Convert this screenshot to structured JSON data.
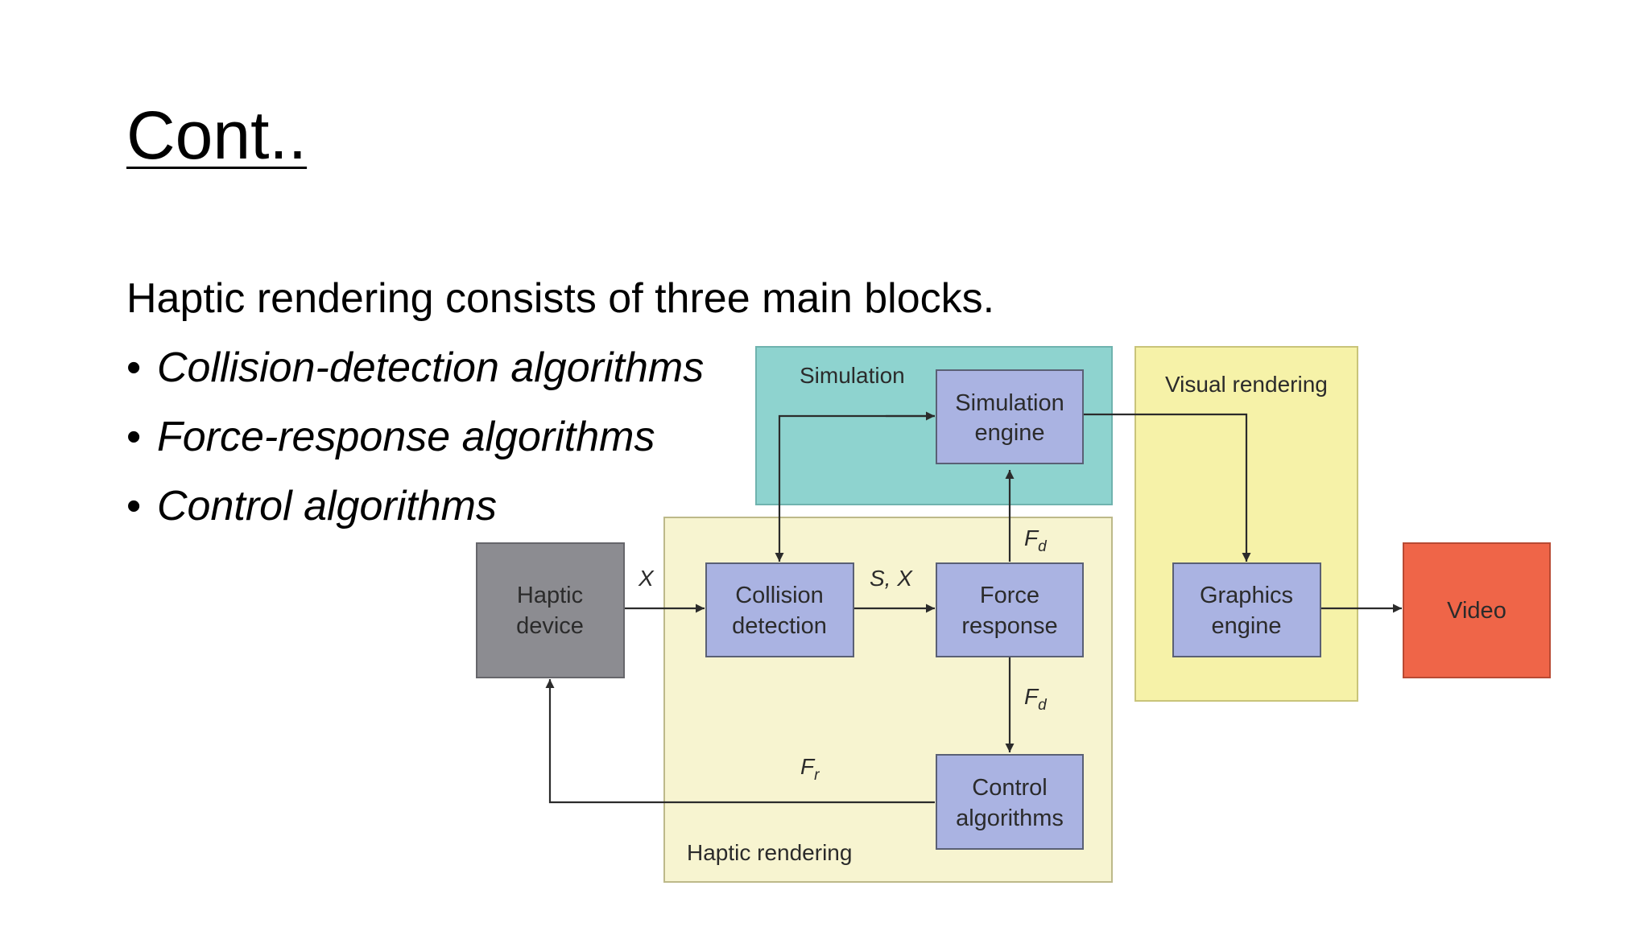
{
  "slide": {
    "title": "Cont..",
    "intro": "Haptic rendering consists of three main blocks.",
    "bullets": [
      "Collision-detection algorithms",
      "Force-response algorithms",
      "Control algorithms"
    ]
  },
  "diagram": {
    "regions": {
      "simulation": "Simulation",
      "visual_rendering": "Visual rendering",
      "haptic_rendering": "Haptic rendering"
    },
    "blocks": {
      "haptic_device": [
        "Haptic",
        "device"
      ],
      "collision_detection": [
        "Collision",
        "detection"
      ],
      "force_response": [
        "Force",
        "response"
      ],
      "simulation_engine": [
        "Simulation",
        "engine"
      ],
      "control_algorithms": [
        "Control",
        "algorithms"
      ],
      "graphics_engine": [
        "Graphics",
        "engine"
      ],
      "video": [
        "Video"
      ]
    },
    "signals": {
      "x": "X",
      "s_x": "S, X",
      "fd_up": {
        "main": "F",
        "sub": "d"
      },
      "fd_down": {
        "main": "F",
        "sub": "d"
      },
      "fr": {
        "main": "F",
        "sub": "r"
      }
    },
    "colors": {
      "simulation_region": "#8ed3cf",
      "visual_region": "#f6f2a8",
      "haptic_region": "#f7f4d0",
      "process_block": "#aab3e2",
      "haptic_device": "#8c8c91",
      "video": "#ef6548"
    }
  }
}
